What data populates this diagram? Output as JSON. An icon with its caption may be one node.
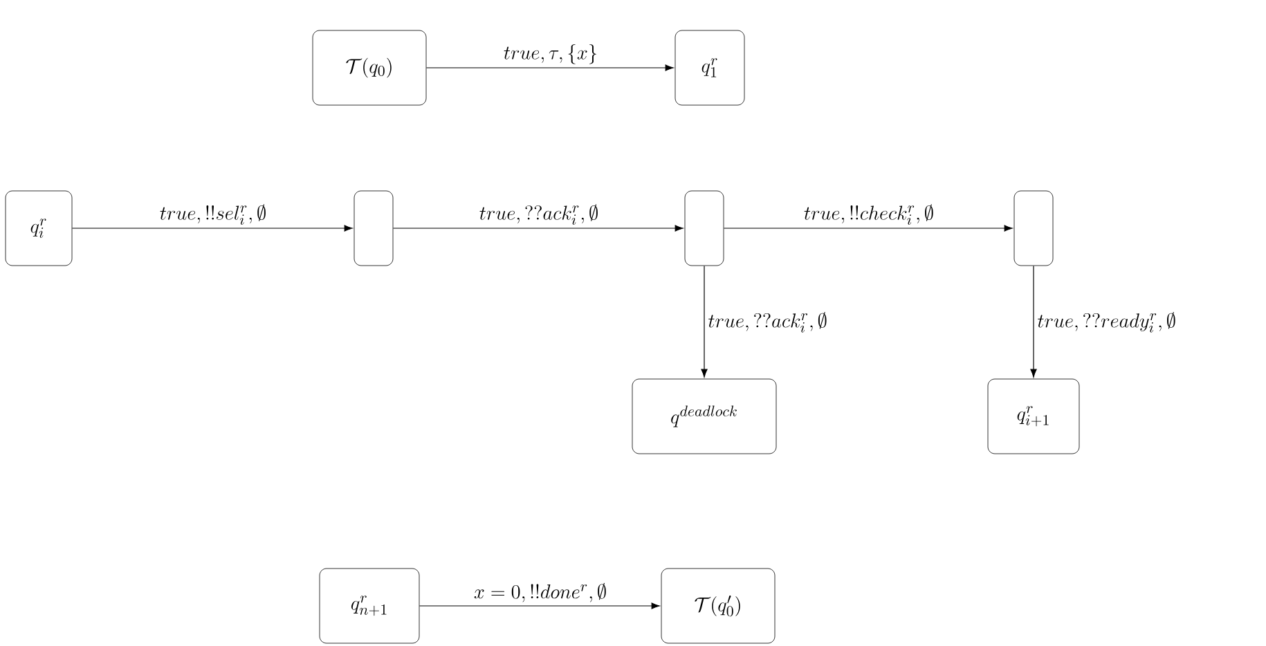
{
  "diagram": {
    "nodes": [
      {
        "text": [
          "\\mathcal{T}(q_0)"
        ]
      },
      {
        "text": [
          "q_1^r"
        ]
      },
      {
        "text": [
          "q_i^r"
        ]
      },
      {
        "text": [],
        "shape": "box"
      },
      {
        "text": [],
        "shape": "box"
      },
      {
        "text": [],
        "shape": "box"
      },
      {
        "text": [
          "q^{deadlock}"
        ]
      },
      {
        "text": [
          "q_{i+1}^r"
        ]
      },
      {
        "text": [
          "q_{n+1}^r"
        ]
      },
      {
        "text": [
          "\\mathcal{T}(q_0')"
        ]
      }
    ],
    "edges": [
      {
        "from": 0,
        "to": 1,
        "arrow": "to",
        "label": "true, \\tau, \\{x\\}"
      },
      {
        "from": 2,
        "to": 3,
        "arrow": "to",
        "label": "true, !!sel_i^r, \\emptyset"
      },
      {
        "from": 3,
        "to": 4,
        "arrow": "to",
        "label": "true, ??ack_i^r, \\emptyset"
      },
      {
        "from": 4,
        "to": 5,
        "arrow": "to",
        "label": "true, !!check_i^r, \\emptyset"
      },
      {
        "from": 4,
        "to": 6,
        "arrow": "to",
        "label": "true, ??ack_i^r, \\emptyset"
      },
      {
        "from": 5,
        "to": 7,
        "arrow": "to",
        "label": "true, ??ready_i^r, \\emptyset"
      },
      {
        "from": 8,
        "to": 9,
        "arrow": "to",
        "label": "x=0, !!done^r, \\emptyset"
      }
    ]
  }
}
